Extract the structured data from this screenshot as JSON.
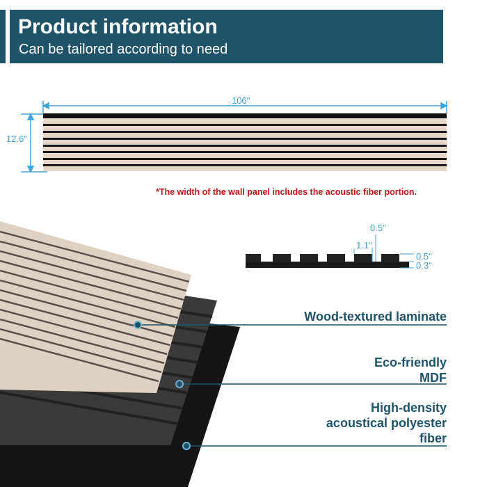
{
  "header": {
    "title": "Product information",
    "subtitle": "Can be tailored according to need"
  },
  "dimensions": {
    "width": "106\"",
    "height": "12.6\"",
    "slat_gap": "0.5\"",
    "slat_width": "1.1\"",
    "slat_depth": "0.5\"",
    "base_thickness": "0.3\""
  },
  "note": "*The width of the wall panel includes the acoustic fiber portion.",
  "layers": [
    {
      "label": "Wood-textured laminate"
    },
    {
      "label": "Eco-friendly MDF"
    },
    {
      "label": "High-density acoustical polyester fiber"
    }
  ],
  "colors": {
    "brand": "#1f5468",
    "dimension": "#3fa3d6",
    "note": "#c0141c"
  }
}
